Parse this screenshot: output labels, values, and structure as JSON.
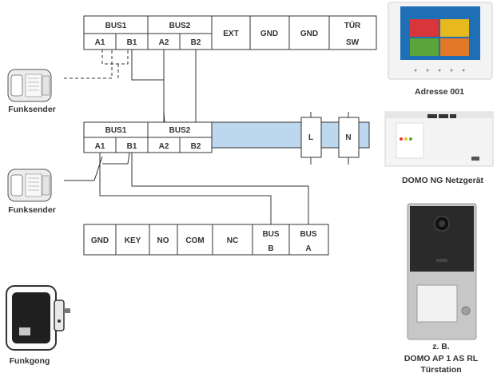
{
  "top_block": {
    "bus1": "BUS1",
    "bus2": "BUS2",
    "a1": "A1",
    "b1": "B1",
    "a2": "A2",
    "b2": "B2",
    "ext": "EXT",
    "gnd1": "GND",
    "gnd2": "GND",
    "tuer": "TÜR",
    "sw": "SW"
  },
  "power_block": {
    "bus1": "BUS1",
    "bus2": "BUS2",
    "a1": "A1",
    "b1": "B1",
    "a2": "A2",
    "b2": "B2",
    "l": "L",
    "n": "N"
  },
  "bottom_block": {
    "gnd": "GND",
    "key": "KEY",
    "no": "NO",
    "com": "COM",
    "nc": "NC",
    "bus_b_1": "BUS",
    "bus_b_2": "B",
    "bus_a_1": "BUS",
    "bus_a_2": "A"
  },
  "captions": {
    "funksender_top": "Funksender",
    "funksender_bottom": "Funksender",
    "funkgong": "Funkgong",
    "monitor": "Adresse 001",
    "power_supply": "DOMO NG Netzgerät",
    "door_1": "z. B.",
    "door_2": "DOMO AP 1 AS RL",
    "door_3": "Türstation"
  },
  "colors": {
    "rail_blue": "#bcd7ee",
    "line": "#333333",
    "screen_blue": "#1f6fb7",
    "tile_red": "#d8363a",
    "tile_yellow": "#e8b91f",
    "tile_green": "#5aa43a",
    "tile_orange": "#e2792a"
  }
}
